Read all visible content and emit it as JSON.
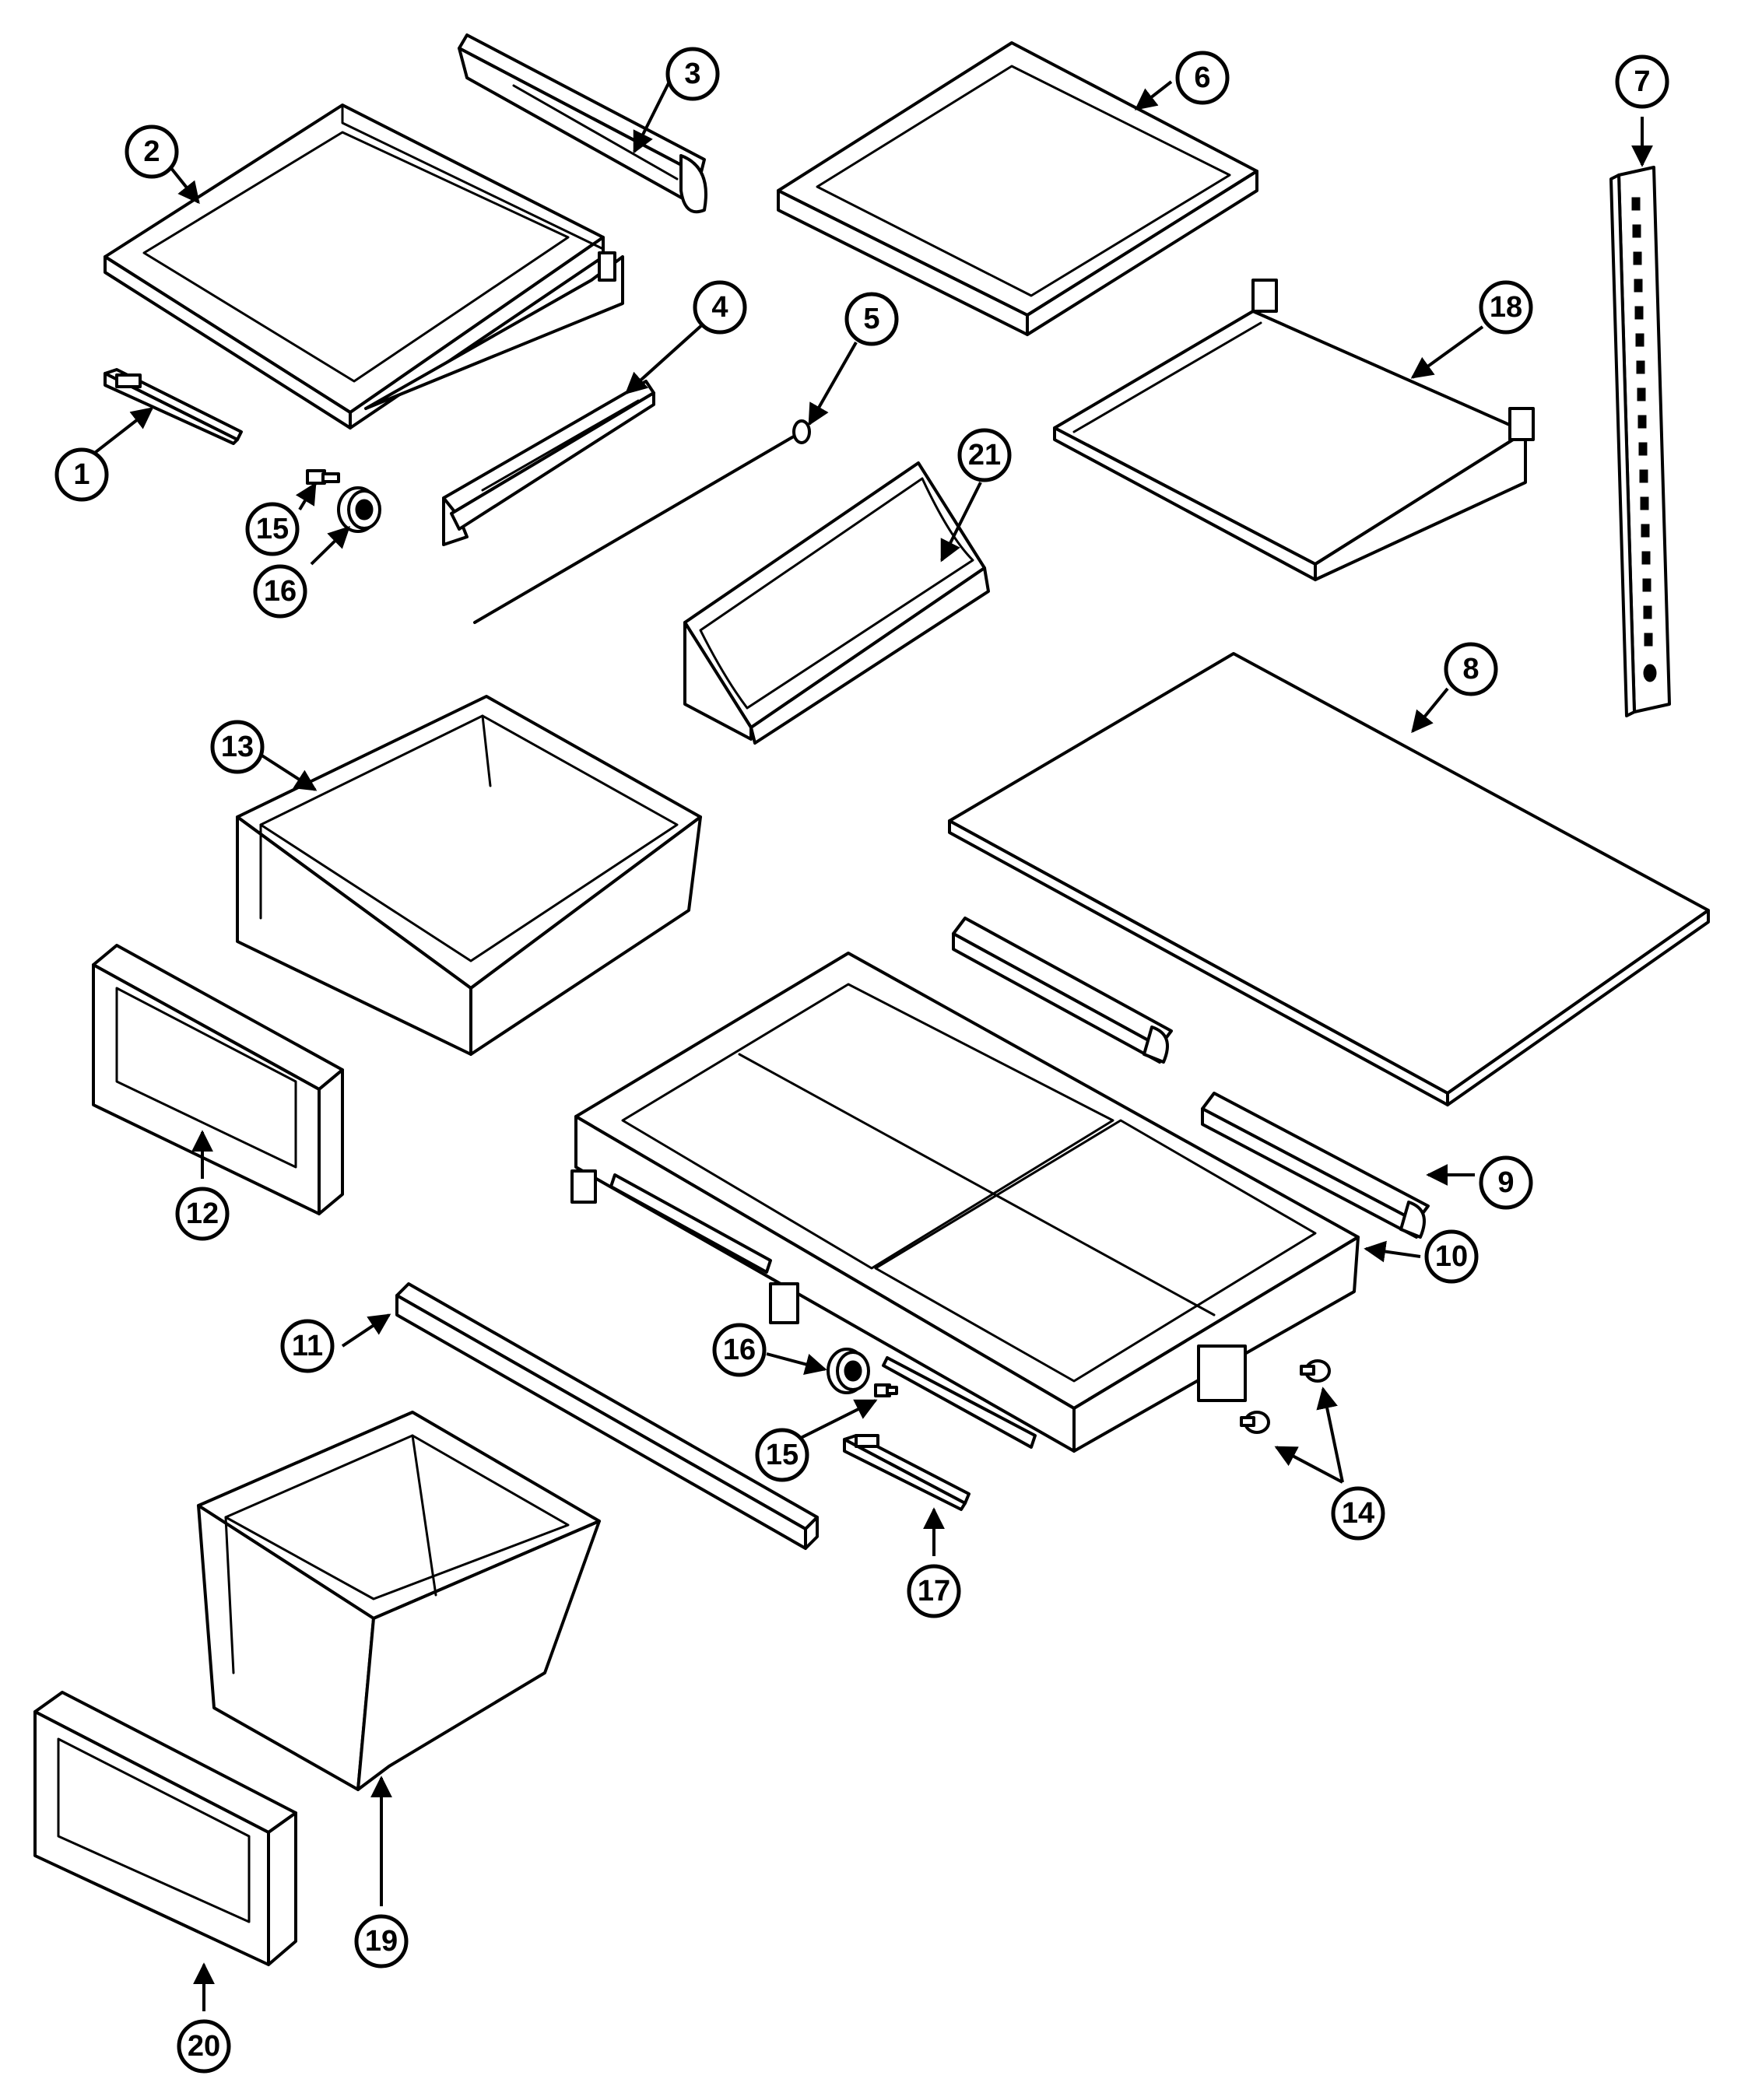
{
  "callouts": [
    {
      "id": "1",
      "label": "1"
    },
    {
      "id": "2",
      "label": "2"
    },
    {
      "id": "3",
      "label": "3"
    },
    {
      "id": "4",
      "label": "4"
    },
    {
      "id": "5",
      "label": "5"
    },
    {
      "id": "6",
      "label": "6"
    },
    {
      "id": "7",
      "label": "7"
    },
    {
      "id": "8",
      "label": "8"
    },
    {
      "id": "9",
      "label": "9"
    },
    {
      "id": "10",
      "label": "10"
    },
    {
      "id": "11",
      "label": "11"
    },
    {
      "id": "12",
      "label": "12"
    },
    {
      "id": "13",
      "label": "13"
    },
    {
      "id": "14",
      "label": "14"
    },
    {
      "id": "15a",
      "label": "15"
    },
    {
      "id": "15b",
      "label": "15"
    },
    {
      "id": "16a",
      "label": "16"
    },
    {
      "id": "16b",
      "label": "16"
    },
    {
      "id": "17",
      "label": "17"
    },
    {
      "id": "18",
      "label": "18"
    },
    {
      "id": "19",
      "label": "19"
    },
    {
      "id": "20",
      "label": "20"
    },
    {
      "id": "21",
      "label": "21"
    }
  ]
}
